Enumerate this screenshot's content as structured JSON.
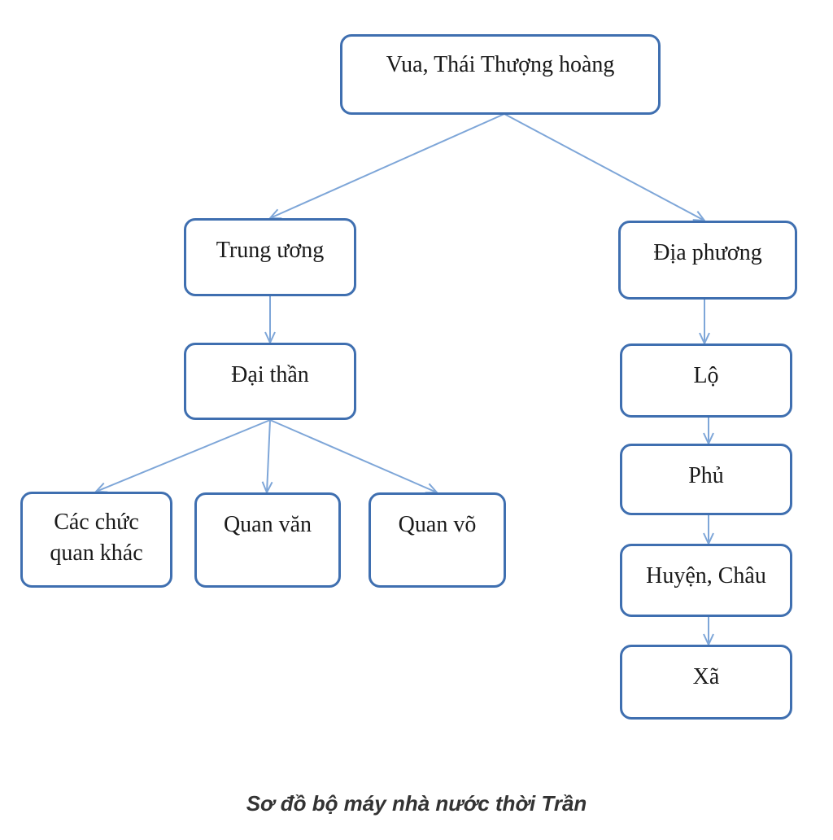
{
  "nodes": {
    "vua": "Vua, Thái Thượng hoàng",
    "trung_uong": "Trung ương",
    "dia_phuong": "Địa phương",
    "dai_than": "Đại thần",
    "cac_chuc_quan": "Các chức\nquan khác",
    "quan_van": "Quan văn",
    "quan_vo": "Quan võ",
    "lo": "Lộ",
    "phu": "Phủ",
    "huyen_chau": "Huyện, Châu",
    "xa": "Xã"
  },
  "caption": "Sơ đồ bộ máy nhà nước thời Trần",
  "colors": {
    "border": "#3f6fb0",
    "connector": "#7ea6d8"
  }
}
